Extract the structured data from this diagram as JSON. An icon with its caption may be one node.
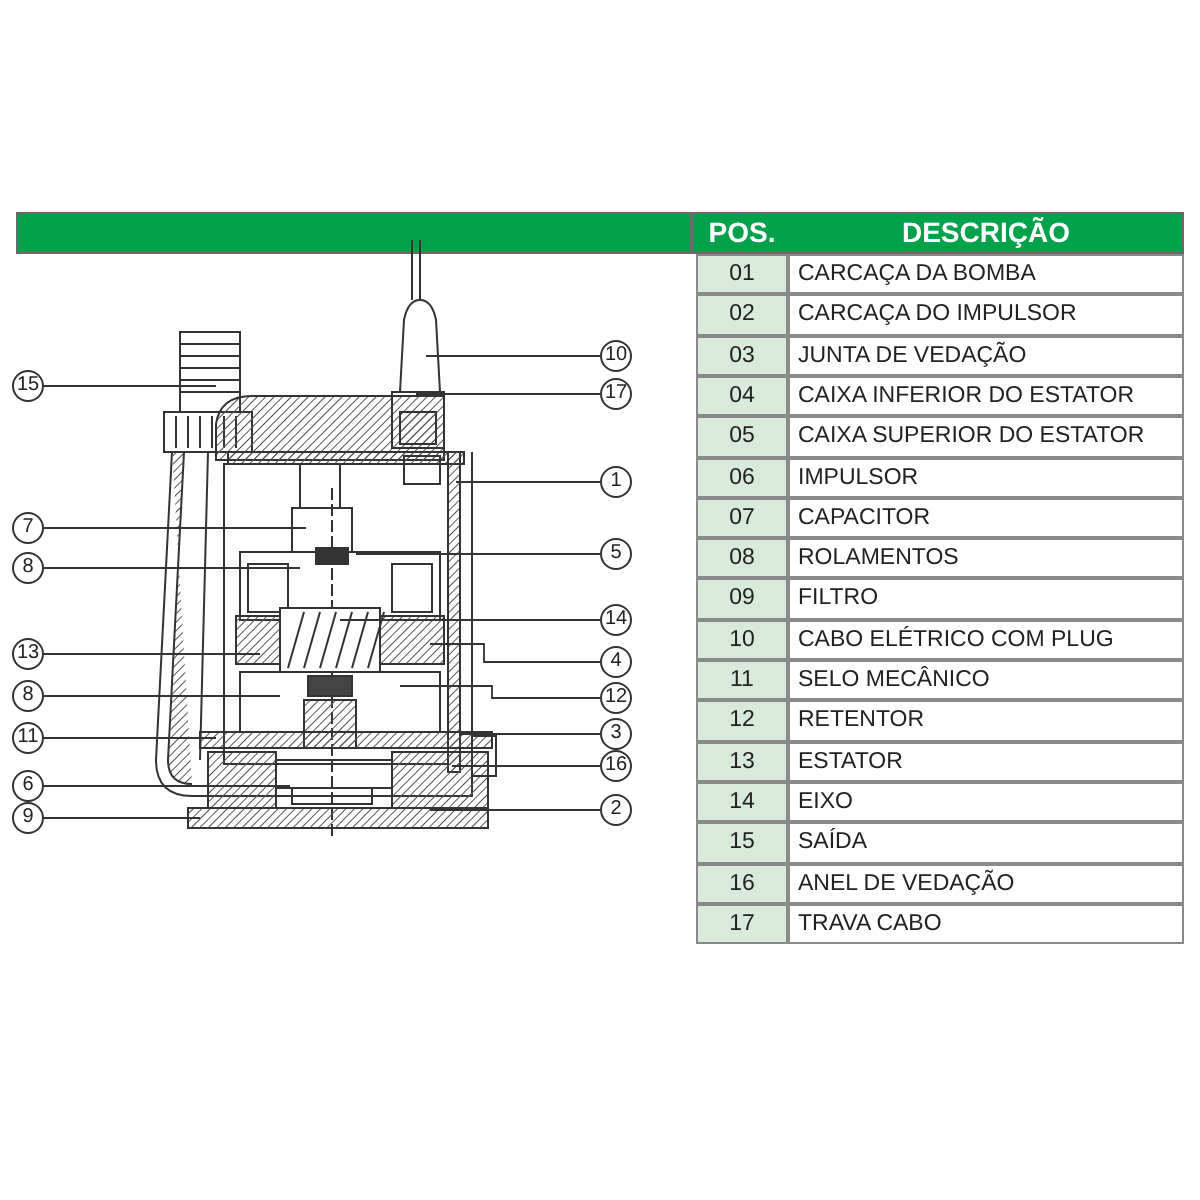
{
  "diagram": {
    "nodes": [
      {
        "text": [
          "10"
        ]
      },
      {
        "text": [
          "15"
        ]
      },
      {
        "text": [
          "17"
        ]
      },
      {
        "text": [
          "1"
        ]
      },
      {
        "text": [
          "7"
        ]
      },
      {
        "text": [
          "5"
        ]
      },
      {
        "text": [
          "8"
        ]
      },
      {
        "text": [
          "14"
        ]
      },
      {
        "text": [
          "13"
        ]
      },
      {
        "text": [
          "4"
        ]
      },
      {
        "text": [
          "8"
        ]
      },
      {
        "text": [
          "12"
        ]
      },
      {
        "text": [
          "3"
        ]
      },
      {
        "text": [
          "11"
        ]
      },
      {
        "text": [
          "16"
        ]
      },
      {
        "text": [
          "6"
        ]
      },
      {
        "text": [
          "2"
        ]
      },
      {
        "text": [
          "9"
        ]
      }
    ],
    "edges": [
      {
        "from": 0,
        "to": null,
        "arrow": "none"
      },
      {
        "from": 1,
        "to": null,
        "arrow": "none"
      },
      {
        "from": 2,
        "to": null,
        "arrow": "none"
      },
      {
        "from": 3,
        "to": null,
        "arrow": "none"
      },
      {
        "from": 4,
        "to": null,
        "arrow": "none"
      },
      {
        "from": 5,
        "to": null,
        "arrow": "none"
      },
      {
        "from": 6,
        "to": null,
        "arrow": "none"
      },
      {
        "from": 7,
        "to": null,
        "arrow": "none"
      },
      {
        "from": 8,
        "to": null,
        "arrow": "none"
      },
      {
        "from": 9,
        "to": null,
        "arrow": "none"
      },
      {
        "from": 10,
        "to": null,
        "arrow": "none"
      },
      {
        "from": 11,
        "to": null,
        "arrow": "none"
      },
      {
        "from": 12,
        "to": null,
        "arrow": "none"
      },
      {
        "from": 13,
        "to": null,
        "arrow": "none"
      },
      {
        "from": 14,
        "to": null,
        "arrow": "none"
      },
      {
        "from": 15,
        "to": null,
        "arrow": "none"
      },
      {
        "from": 16,
        "to": null,
        "arrow": "none"
      },
      {
        "from": 17,
        "to": null,
        "arrow": "none"
      }
    ],
    "labels": [
      "POS.",
      "DESCRIÇÃO",
      "01",
      "CARCAÇA DA BOMBA",
      "02",
      "CARCAÇA DO IMPULSOR",
      "03",
      "JUNTA DE VEDAÇÃO",
      "04",
      "CAIXA INFERIOR DO ESTATOR",
      "05",
      "CAIXA SUPERIOR DO ESTATOR",
      "06",
      "IMPULSOR",
      "07",
      "CAPACITOR",
      "08",
      "ROLAMENTOS",
      "09",
      "FILTRO",
      "10",
      "CABO ELÉTRICO COM PLUG",
      "11",
      "SELO MECÂNICO",
      "12",
      "RETENTOR",
      "13",
      "ESTATOR",
      "14",
      "EIXO",
      "15",
      "SAÍDA",
      "16",
      "ANEL DE VEDAÇÃO",
      "17",
      "TRAVA CABO"
    ]
  }
}
